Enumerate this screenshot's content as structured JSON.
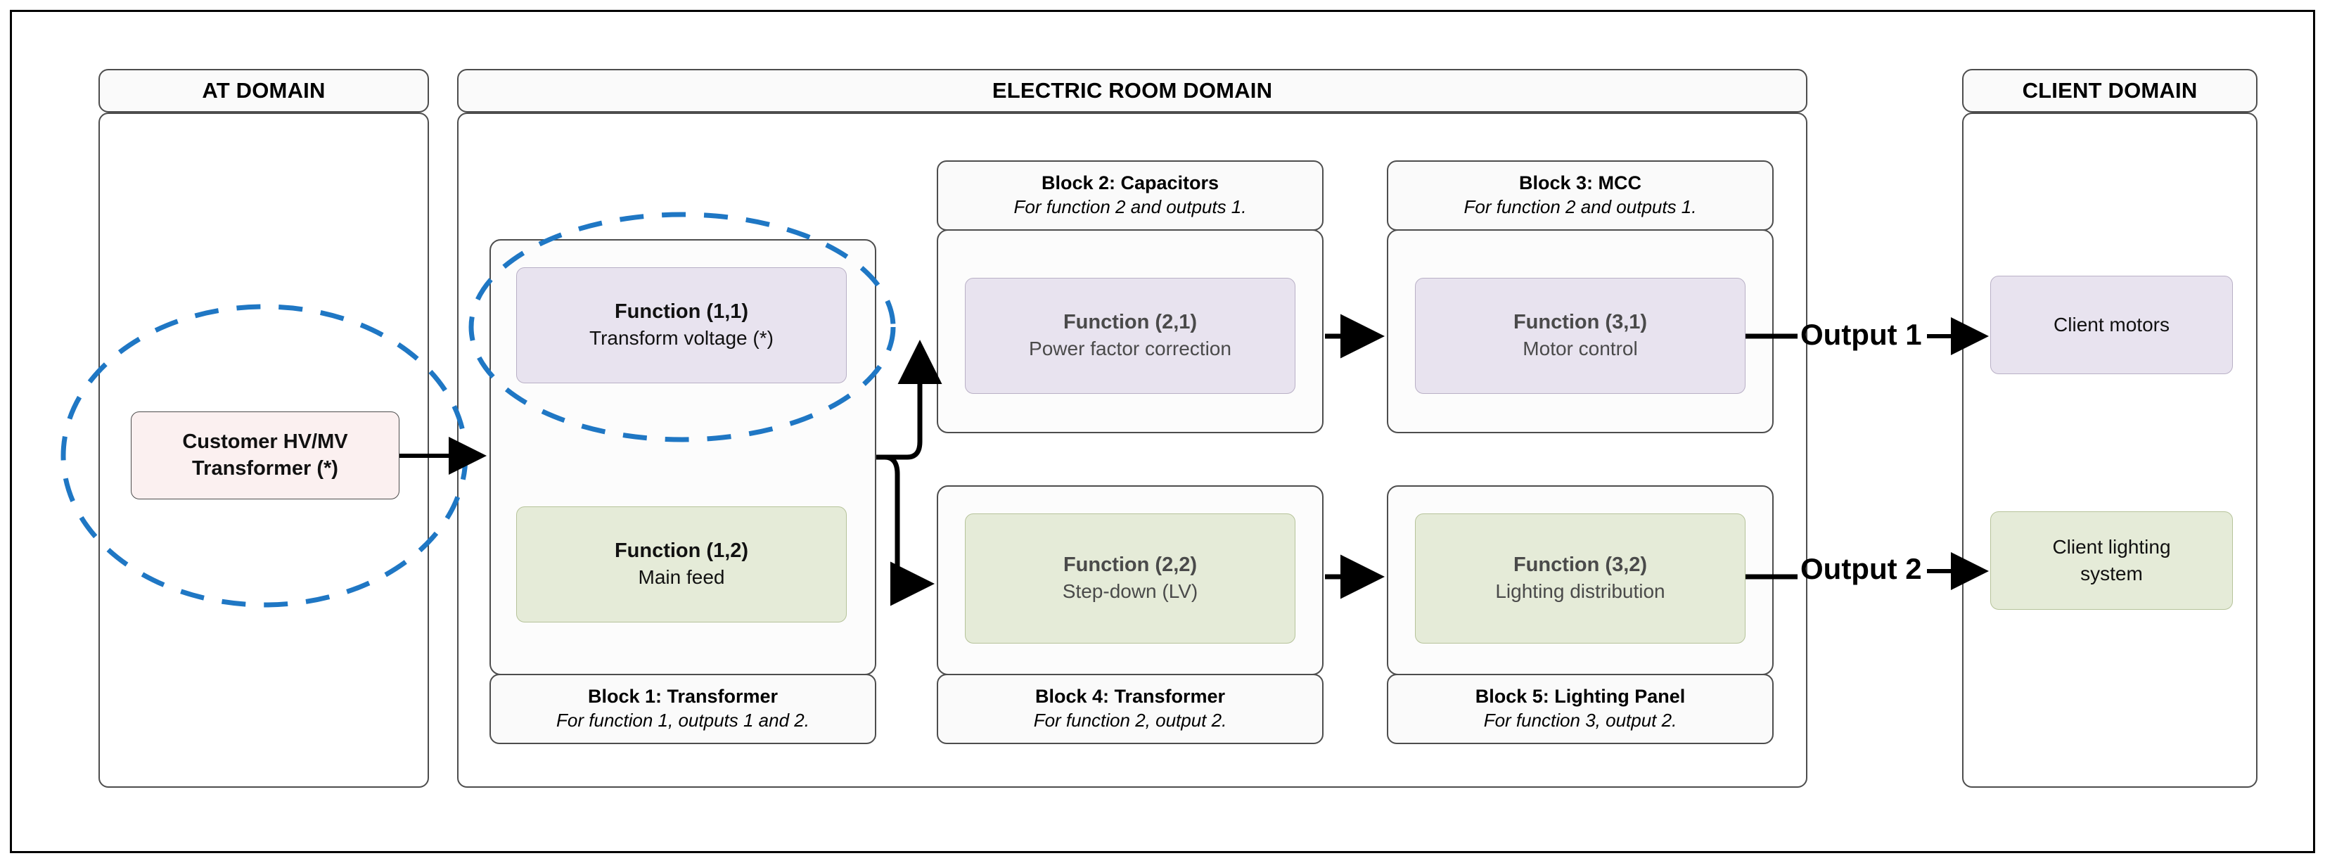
{
  "diagram": {
    "title_hidden": "",
    "domains": [
      {
        "key": "at",
        "label": "AT DOMAIN"
      },
      {
        "key": "electric",
        "label": "ELECTRIC ROOM DOMAIN"
      },
      {
        "key": "client",
        "label": "CLIENT DOMAIN"
      }
    ]
  },
  "at_domain": {
    "label": "AT DOMAIN",
    "node": {
      "line1": "Customer HV/MV",
      "line2": "Transformer (*)",
      "fill": "#fbf0f0"
    },
    "highlight_ellipse": true
  },
  "electric_room": {
    "label": "ELECTRIC ROOM DOMAIN",
    "blocks": [
      {
        "id": "block1",
        "caption_title": "Block 1: Transformer",
        "caption_sub": "For function 1, outputs 1 and 2.",
        "caption_position": "bottom",
        "functions": [
          {
            "id": "f11",
            "title": "Function (1,1)",
            "sub": "Transform voltage (*)",
            "color": "purple",
            "text_tone": "dark",
            "highlighted": true
          },
          {
            "id": "f12",
            "title": "Function (1,2)",
            "sub": "Main feed",
            "color": "green",
            "text_tone": "dark",
            "highlighted": false
          }
        ]
      },
      {
        "id": "block2",
        "caption_title": "Block 2: Capacitors",
        "caption_sub": "For function 2 and outputs 1.",
        "caption_position": "top",
        "functions": [
          {
            "id": "f21",
            "title": "Function (2,1)",
            "sub": "Power factor correction",
            "color": "purple",
            "text_tone": "gray",
            "highlighted": false
          }
        ]
      },
      {
        "id": "block3",
        "caption_title": "Block 3: MCC",
        "caption_sub": "For function 2 and outputs 1.",
        "caption_position": "top",
        "functions": [
          {
            "id": "f31",
            "title": "Function (3,1)",
            "sub": "Motor control",
            "color": "purple",
            "text_tone": "gray",
            "highlighted": false
          }
        ]
      },
      {
        "id": "block4",
        "caption_title": "Block 4: Transformer",
        "caption_sub": "For function 2, output 2.",
        "caption_position": "bottom",
        "functions": [
          {
            "id": "f22",
            "title": "Function (2,2)",
            "sub": "Step-down (LV)",
            "color": "green",
            "text_tone": "gray",
            "highlighted": false
          }
        ]
      },
      {
        "id": "block5",
        "caption_title": "Block 5: Lighting Panel",
        "caption_sub": "For function 3, output 2.",
        "caption_position": "bottom",
        "functions": [
          {
            "id": "f32",
            "title": "Function (3,2)",
            "sub": "Lighting distribution",
            "color": "green",
            "text_tone": "gray",
            "highlighted": false
          }
        ]
      }
    ]
  },
  "outputs": [
    {
      "id": "output1",
      "label": "Output 1"
    },
    {
      "id": "output2",
      "label": "Output 2"
    }
  ],
  "client_domain": {
    "label": "CLIENT DOMAIN",
    "nodes": [
      {
        "id": "client-motors",
        "line1": "Client motors",
        "line2": "",
        "color": "purple"
      },
      {
        "id": "client-lighting",
        "line1": "Client lighting",
        "line2": "system",
        "color": "green"
      }
    ]
  },
  "colors": {
    "highlight_ellipse": "#1f77c4",
    "purple_fill": "#e8e3ef",
    "green_fill": "#e5ebd8",
    "pink_fill": "#fbf0f0",
    "panel_border": "#4d4d4d",
    "head_fill": "#fafafa",
    "arrow": "#000000"
  }
}
